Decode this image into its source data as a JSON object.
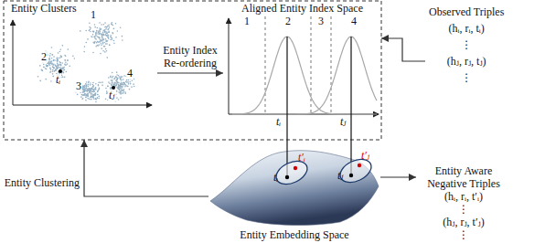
{
  "diagram": {
    "nodes": [
      {
        "text": [
          "Entity Clusters"
        ]
      },
      {
        "text": [
          "Aligned Entity Index Space"
        ]
      },
      {
        "text": [
          "Observed Triples",
          "(hᵢ, rᵢ, tᵢ)",
          "⋮",
          "(hⱼ, rⱼ, tⱼ)",
          "⋮"
        ]
      },
      {
        "text": [
          "Entity Embedding Space"
        ]
      },
      {
        "text": [
          "Entity Aware Negative Triples",
          "(hᵢ, rᵢ, t′ᵢ)",
          "⋮",
          "(hⱼ, rⱼ, t′ⱼ)",
          "⋮"
        ]
      }
    ],
    "edges": [
      {
        "from": 0,
        "to": 1,
        "label": "Entity Index Re-ordering",
        "arrow": "to"
      },
      {
        "from": 2,
        "to": 1,
        "arrow": "to"
      },
      {
        "from": 3,
        "to": 0,
        "label": "Entity Clustering",
        "arrow": "to"
      },
      {
        "from": 3,
        "to": 4,
        "arrow": "to"
      }
    ],
    "labels": [
      "1",
      "2",
      "3",
      "4",
      "tᵢ",
      "tⱼ",
      "1",
      "2",
      "3",
      "4",
      "tᵢ",
      "tⱼ",
      "tᵢ",
      "t′ᵢ",
      "tⱼ",
      "t′ⱼ"
    ]
  }
}
